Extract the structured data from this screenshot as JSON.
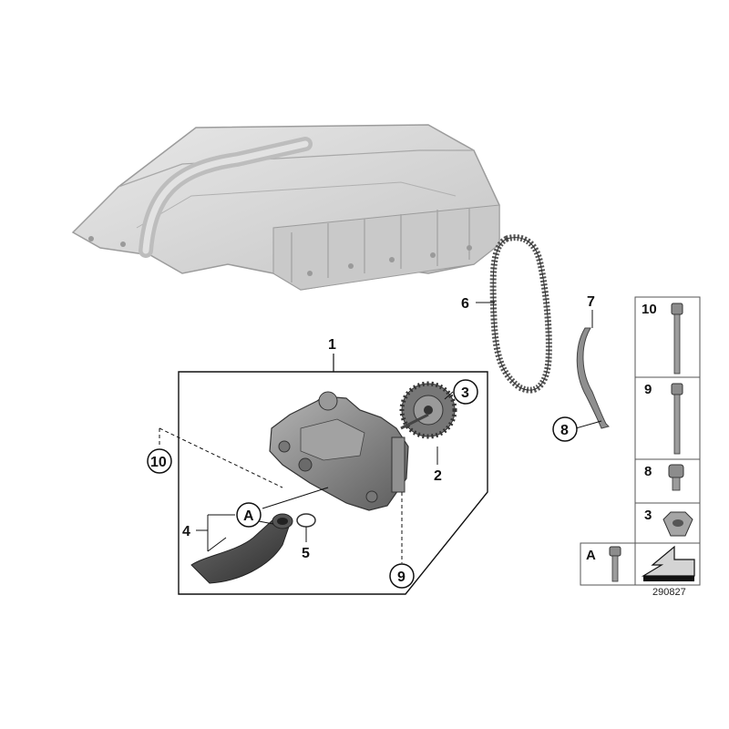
{
  "labels": {
    "main_assembly": "1",
    "gear_pin": "2",
    "sprocket": "3",
    "pickup_tube": "4",
    "o_ring": "5",
    "chain": "6",
    "chain_guide": "7",
    "guide_screw": "8",
    "bolt_9": "9",
    "bolt_10": "10",
    "ref_a": "A"
  },
  "side_panel": {
    "rows": [
      {
        "num": "10",
        "part": "long hex bolt"
      },
      {
        "num": "9",
        "part": "hex bolt"
      },
      {
        "num": "8",
        "part": "short bolt"
      },
      {
        "num": "3",
        "part": "hex nut"
      }
    ],
    "ref_letter": "A"
  },
  "doc_id": "290827",
  "colors": {
    "oil_pan": "#d6d6d6",
    "oil_pan_edge": "#9c9c9c",
    "pump_body": "#8a8a8a",
    "dark_part": "#4a4a4a",
    "line": "#111111"
  }
}
